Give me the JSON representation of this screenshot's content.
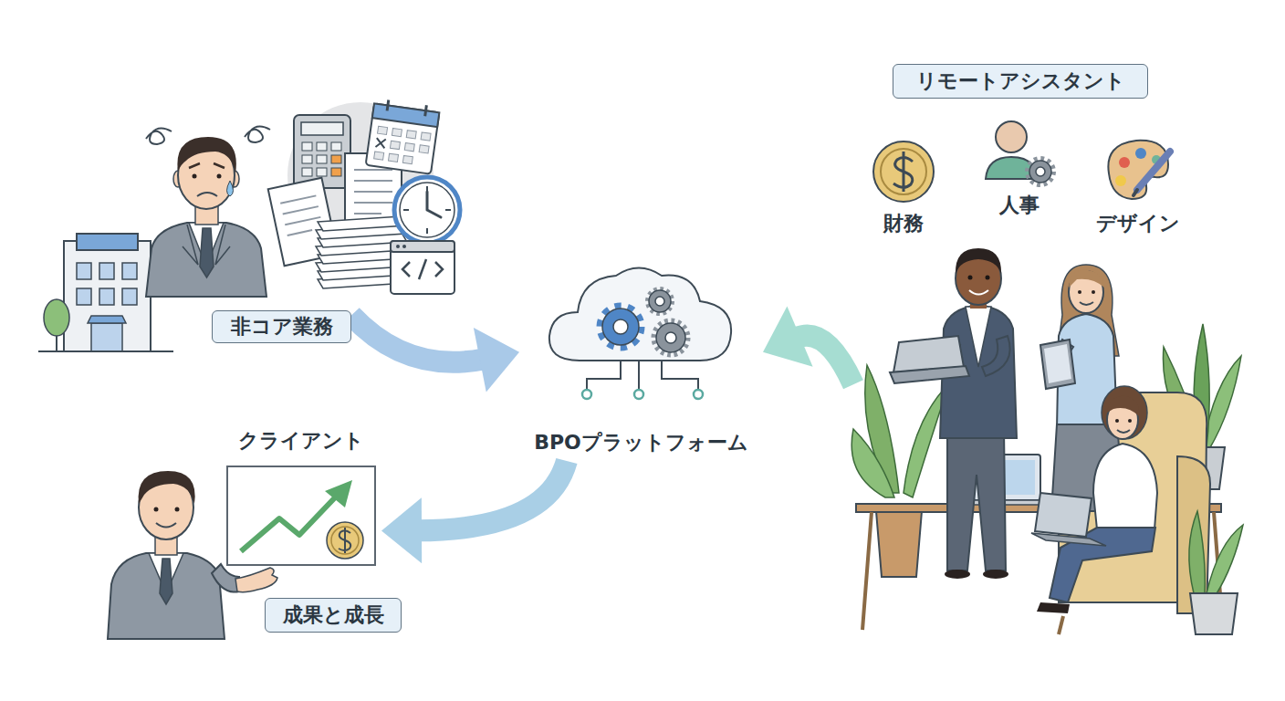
{
  "diagram": {
    "nodes": [
      {
        "text": [
          "非コア業務"
        ]
      },
      {
        "text": [
          "BPOプラットフォーム"
        ]
      },
      {
        "text": [
          "リモートアシスタント"
        ]
      },
      {
        "text": [
          "クライアント"
        ]
      },
      {
        "text": [
          "成果と成長"
        ]
      }
    ],
    "edges": [
      {
        "from": 0,
        "to": 1,
        "arrow": "to"
      },
      {
        "from": 2,
        "to": 1,
        "arrow": "to"
      },
      {
        "from": 1,
        "to": 3,
        "arrow": "to"
      }
    ],
    "labels": [
      "財務",
      "人事",
      "デザイン"
    ]
  }
}
